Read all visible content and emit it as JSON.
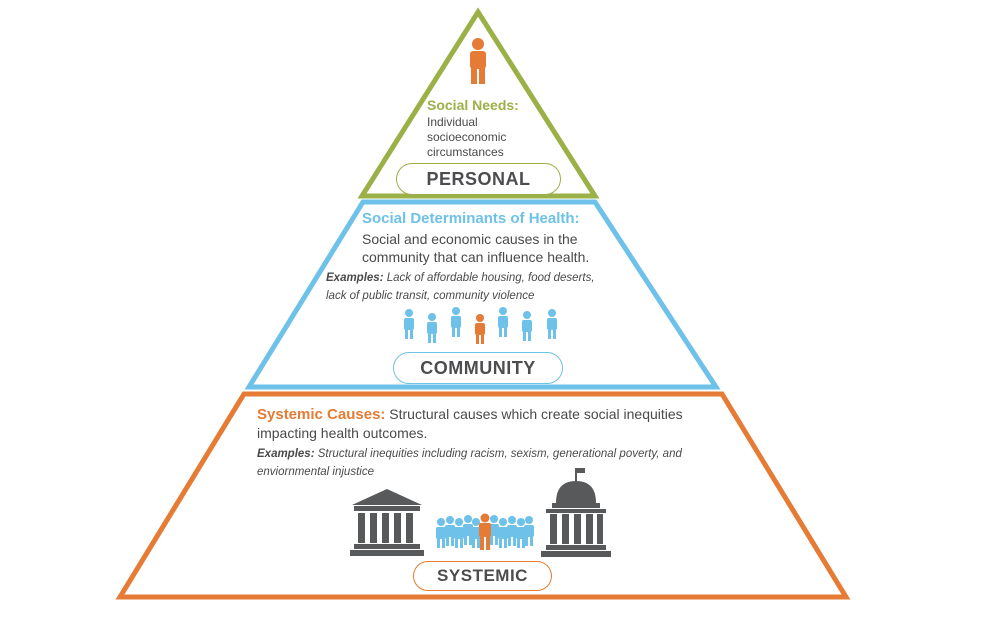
{
  "personal": {
    "title": "Social Needs:",
    "description_lines": [
      "Individual",
      "socioeconomic",
      "circumstances"
    ],
    "label": "PERSONAL",
    "color": "#9bb046"
  },
  "community": {
    "title": "Social Determinants of Health:",
    "description_lines": [
      "Social and economic causes in the",
      "community that can influence health."
    ],
    "examples_label": "Examples:",
    "examples_line1": "Lack of affordable housing, food deserts,",
    "examples_line2": "lack of public transit, community violence",
    "label": "COMMUNITY",
    "color": "#6ec1e8"
  },
  "systemic": {
    "title": "Systemic Causes:",
    "description_line1": "Structural causes which create social inequities",
    "description_line2": "impacting health outcomes.",
    "examples_label": "Examples:",
    "examples_line1": "Structural inequities including racism, sexism, generational poverty, and",
    "examples_line2": "enviornmental injustice",
    "label": "SYSTEMIC",
    "color": "#e57b34"
  },
  "colors": {
    "gray": "#58595b",
    "person_blue": "#6ec1e8",
    "person_orange": "#e57b34"
  },
  "icons": [
    "person-icon",
    "people-group-icon",
    "courthouse-icon",
    "capitol-building-icon",
    "crowd-icon"
  ]
}
